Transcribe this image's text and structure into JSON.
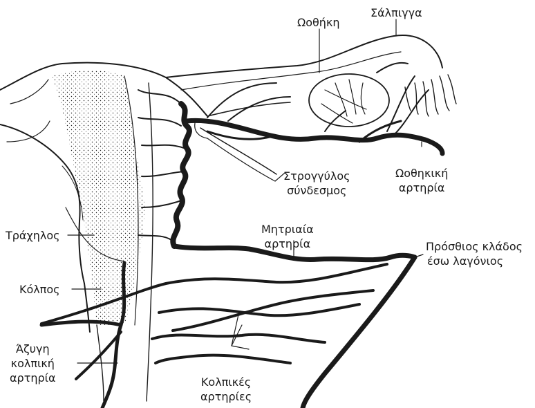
{
  "labels": {
    "salpinx": "Σάλπιγγα",
    "ovary": "Ωοθήκη",
    "round_ligament": [
      "Στρογγύλος",
      "σύνδεσμος"
    ],
    "ovarian_artery": [
      "Ωοθηκική",
      "αρτηρία"
    ],
    "uterine_artery": [
      "Μητριαία",
      "αρτηρία"
    ],
    "anterior_branch": [
      "Πρόσθιος κλάδος",
      "έσω λαγόνιος"
    ],
    "cervix": "Τράχηλος",
    "vagina": "Κόλπος",
    "azygos": [
      "Άζυγη",
      "κολπική",
      "αρτηρία"
    ],
    "vaginal_arteries": [
      "Κολπικές",
      "αρτηρίες"
    ]
  },
  "colors": {
    "ink": "#1a1a1a",
    "paper": "#ffffff"
  }
}
